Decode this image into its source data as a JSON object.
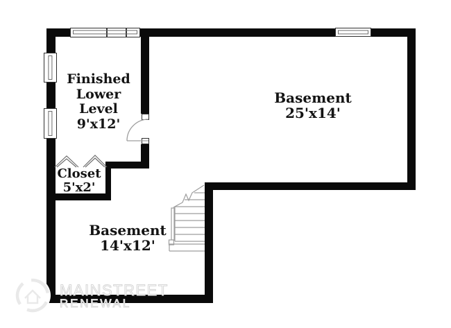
{
  "plan": {
    "type": "residential-floor-plan",
    "level": "basement"
  },
  "rooms": [
    {
      "id": "finished-lower-level",
      "label_lines": [
        "Finished",
        "Lower",
        "Level"
      ],
      "dimensions": "9'x12'"
    },
    {
      "id": "basement-large",
      "label_lines": [
        "Basement"
      ],
      "dimensions": "25'x14'"
    },
    {
      "id": "closet",
      "label_lines": [
        "Closet"
      ],
      "dimensions": "5'x2'"
    },
    {
      "id": "basement-small",
      "label_lines": [
        "Basement"
      ],
      "dimensions": "14'x12'"
    }
  ],
  "fixtures": {
    "windows": [
      "top-left-double-window",
      "top-right-window",
      "left-upper-window",
      "left-lower-window"
    ],
    "doors": [
      "interior-swing-door",
      "closet-bifold-doors"
    ],
    "stairs": "basement-staircase"
  },
  "watermark": {
    "brand_top": "MAINSTREET",
    "brand_bottom": "RENEWAL"
  },
  "colors": {
    "wall": "#0a0a0a",
    "background": "#ffffff",
    "fixture_line": "#9d9d9d",
    "bifold_line": "#6f6f6f",
    "label_text": "#141414",
    "watermark_gray": "#d6d6d6"
  }
}
